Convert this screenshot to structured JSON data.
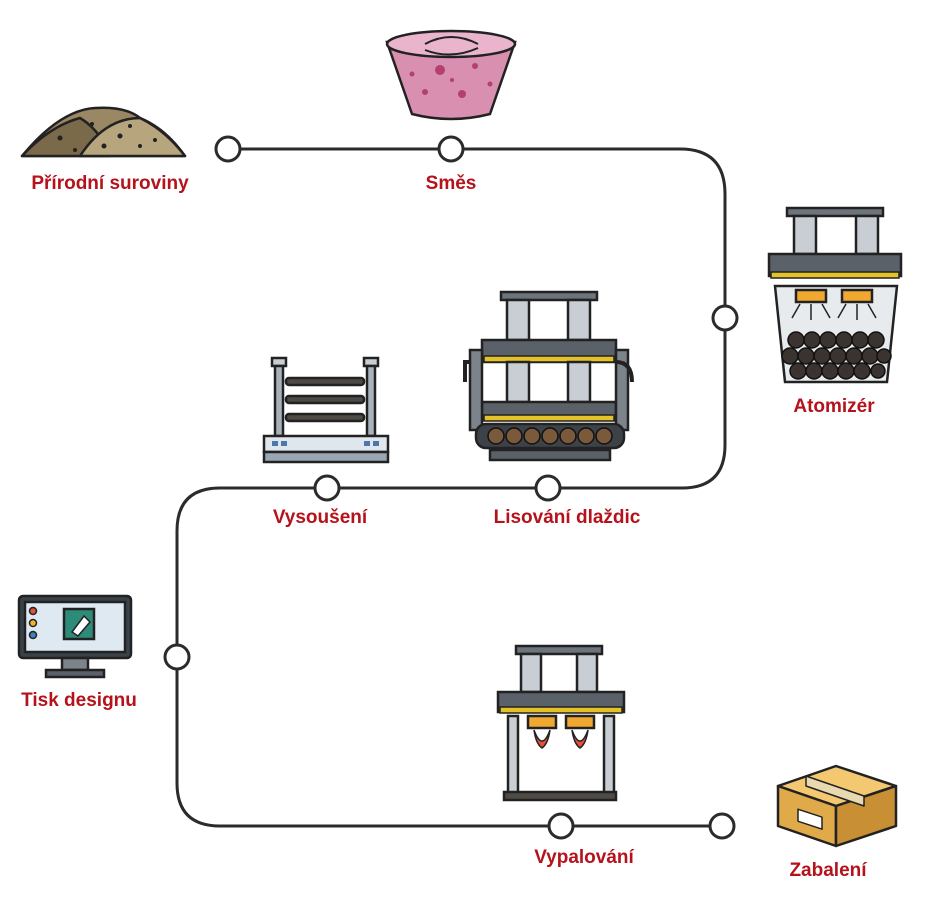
{
  "diagram": {
    "steps": [
      {
        "id": "raw-materials",
        "label": "Přírodní suroviny",
        "icon": "soil-pile-icon"
      },
      {
        "id": "mix",
        "label": "Směs",
        "icon": "mixing-bowl-icon"
      },
      {
        "id": "atomizer",
        "label": "Atomizér",
        "icon": "spray-dryer-icon"
      },
      {
        "id": "pressing",
        "label": "Lisování dlaždic",
        "icon": "hydraulic-press-icon"
      },
      {
        "id": "drying",
        "label": "Vysoušení",
        "icon": "drying-rack-icon"
      },
      {
        "id": "design-print",
        "label": "Tisk designu",
        "icon": "computer-monitor-icon"
      },
      {
        "id": "firing",
        "label": "Vypalování",
        "icon": "kiln-press-icon"
      },
      {
        "id": "packing",
        "label": "Zabalení",
        "icon": "cardboard-box-icon"
      }
    ],
    "colors": {
      "label": "#b5121b",
      "line": "#2b2b2b",
      "node_fill": "#ffffff"
    }
  }
}
